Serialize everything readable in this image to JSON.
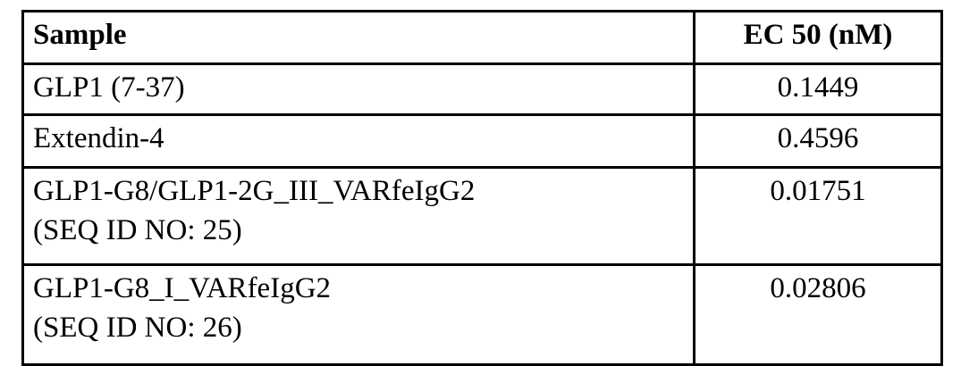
{
  "table": {
    "caption": "",
    "columns": [
      {
        "key": "sample",
        "header": "Sample",
        "align": "left"
      },
      {
        "key": "ec50",
        "header": "EC 50 (nM)",
        "align": "center"
      }
    ],
    "rows": [
      {
        "sample_line1": "GLP1 (7-37)",
        "sample_line2": "",
        "ec50": "0.1449"
      },
      {
        "sample_line1": "Extendin-4",
        "sample_line2": "",
        "ec50": "0.4596"
      },
      {
        "sample_line1": "GLP1-G8/GLP1-2G_III_VARfeIgG2",
        "sample_line2": "(SEQ ID NO: 25)",
        "ec50": "0.01751"
      },
      {
        "sample_line1": "GLP1-G8_I_VARfeIgG2",
        "sample_line2": "(SEQ ID NO: 26)",
        "ec50": "0.02806"
      }
    ]
  },
  "style": {
    "border_color": "#000000",
    "text_color": "#000000",
    "background": "#ffffff"
  }
}
